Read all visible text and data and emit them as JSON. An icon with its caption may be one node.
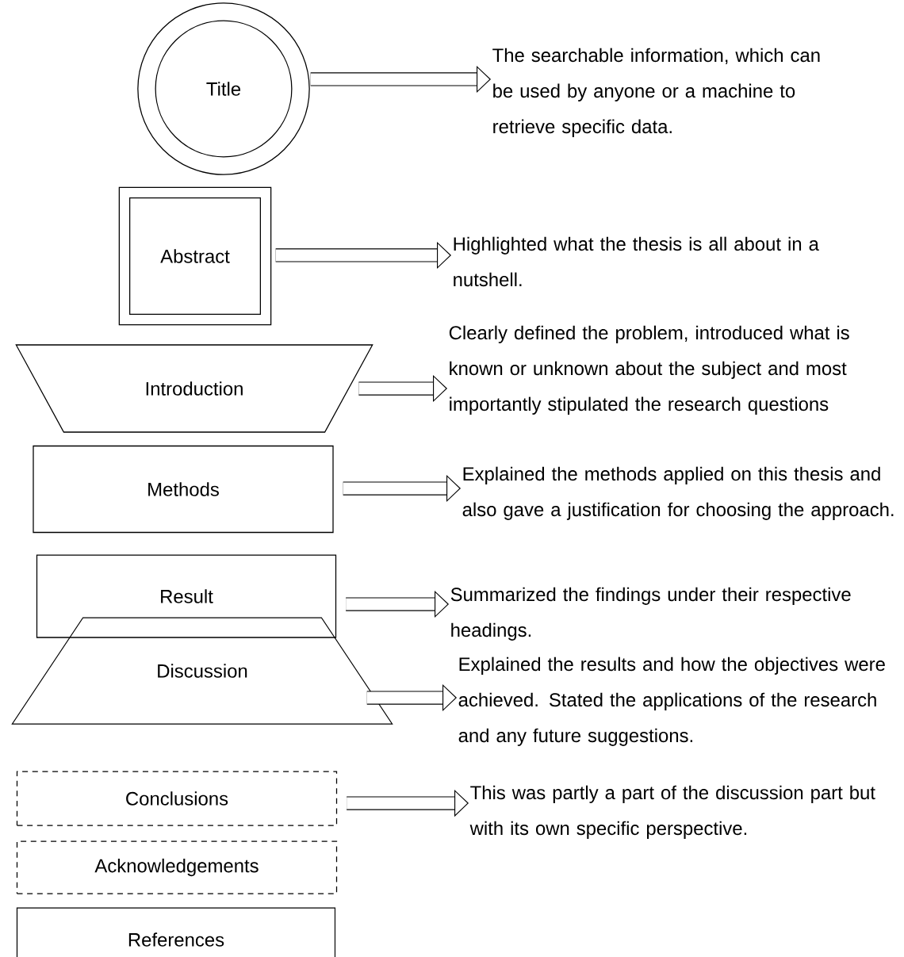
{
  "diagram": {
    "nodes": [
      {
        "text": [
          "Title"
        ]
      },
      {
        "text": [
          "The searchable information, which can be used by anyone or a machine to retrieve specific data."
        ]
      },
      {
        "text": [
          "Abstract"
        ]
      },
      {
        "text": [
          "Highlighted what the thesis is all about in a nutshell."
        ]
      },
      {
        "text": [
          "Introduction"
        ]
      },
      {
        "text": [
          "Clearly defined the problem, introduced what is known or unknown about the subject and most importantly stipulated the research questions"
        ]
      },
      {
        "text": [
          "Methods"
        ]
      },
      {
        "text": [
          "Explained the methods applied on this thesis and also gave a justification for choosing the approach."
        ]
      },
      {
        "text": [
          "Result"
        ]
      },
      {
        "text": [
          "Summarized the findings under their respective headings."
        ]
      },
      {
        "text": [
          "Discussion"
        ]
      },
      {
        "text": [
          "Explained the results and how the objectives were achieved. Stated the applications of the research and any future suggestions."
        ]
      },
      {
        "text": [
          "Conclusions"
        ]
      },
      {
        "text": [
          "This was partly a part of the discussion part but with its own specific perspective."
        ]
      },
      {
        "text": [
          "Acknowledgements"
        ]
      },
      {
        "text": [
          "References"
        ]
      }
    ],
    "edges": [
      {
        "from": 0,
        "to": 1,
        "arrow": "to"
      },
      {
        "from": 2,
        "to": 3,
        "arrow": "to"
      },
      {
        "from": 4,
        "to": 5,
        "arrow": "to"
      },
      {
        "from": 6,
        "to": 7,
        "arrow": "to"
      },
      {
        "from": 8,
        "to": 9,
        "arrow": "to"
      },
      {
        "from": 10,
        "to": 11,
        "arrow": "to"
      },
      {
        "from": 12,
        "to": 13,
        "arrow": "to"
      }
    ]
  }
}
